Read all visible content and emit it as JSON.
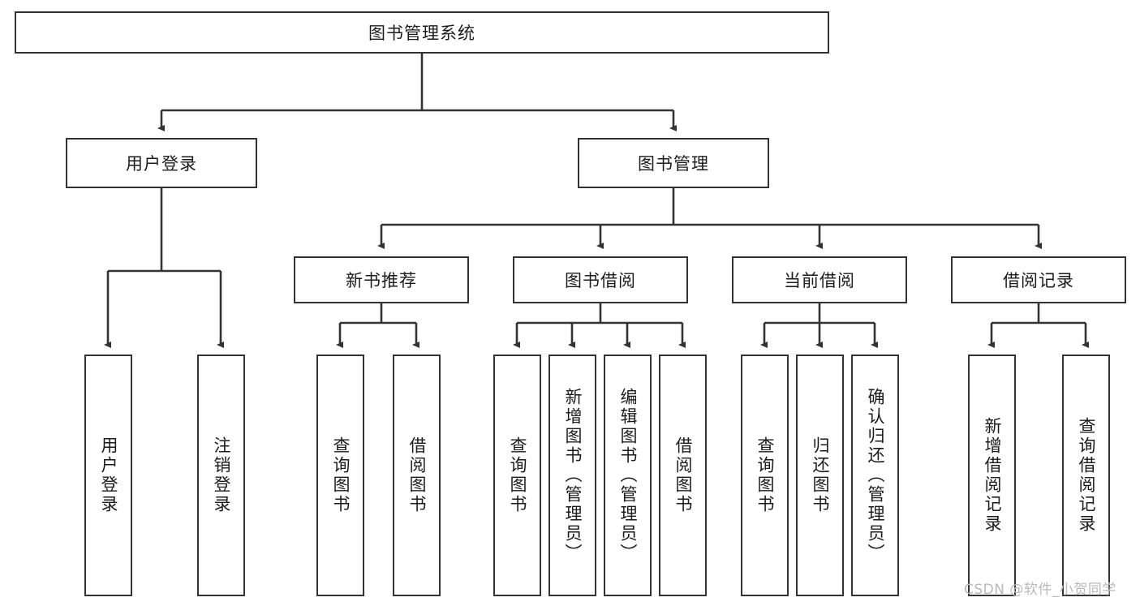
{
  "diagram": {
    "title": "图书管理系统",
    "type": "tree-hierarchy",
    "root": {
      "label": "图书管理系统"
    },
    "level2": [
      {
        "label": "用户登录"
      },
      {
        "label": "图书管理"
      }
    ],
    "level3": [
      {
        "label": "新书推荐"
      },
      {
        "label": "图书借阅"
      },
      {
        "label": "当前借阅"
      },
      {
        "label": "借阅记录"
      }
    ],
    "leaves": {
      "user_login": [
        {
          "label": "用户登录"
        },
        {
          "label": "注销登录"
        }
      ],
      "new_book_recommend": [
        {
          "label": "查询图书"
        },
        {
          "label": "借阅图书"
        }
      ],
      "book_borrow": [
        {
          "label": "查询图书"
        },
        {
          "label": "新增图书（管理员）"
        },
        {
          "label": "编辑图书（管理员）"
        },
        {
          "label": "借阅图书"
        }
      ],
      "current_borrow": [
        {
          "label": "查询图书"
        },
        {
          "label": "归还图书"
        },
        {
          "label": "确认归还（管理员）"
        }
      ],
      "borrow_record": [
        {
          "label": "新增借阅记录"
        },
        {
          "label": "查询借阅记录"
        }
      ]
    },
    "colors": {
      "stroke": "#333333",
      "fill": "#ffffff",
      "text": "#1b1b1b",
      "watermark": "#b9b9b9"
    }
  },
  "watermark": {
    "text": "CSDN @软件_小贺同学"
  }
}
